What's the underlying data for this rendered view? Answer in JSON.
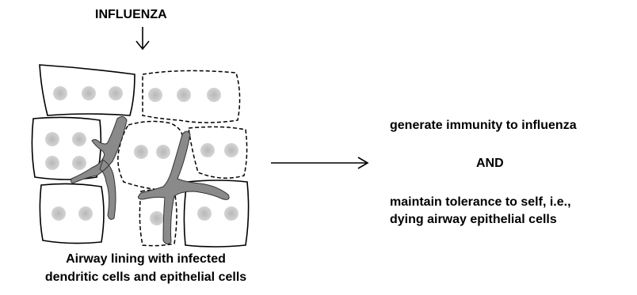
{
  "top_label": "INFLUENZA",
  "caption": {
    "line1": "Airway lining with infected",
    "line2": "dendritic cells and epithelial cells"
  },
  "outcome": {
    "line1": "generate immunity to influenza",
    "connector": "AND",
    "line2": "maintain tolerance to self, i.e.,",
    "line3": "dying airway epithelial cells"
  },
  "colors": {
    "dendritic_cell": "#8a8a8a",
    "nucleus_dot": "#c4c4c4",
    "outline": "#000000"
  }
}
